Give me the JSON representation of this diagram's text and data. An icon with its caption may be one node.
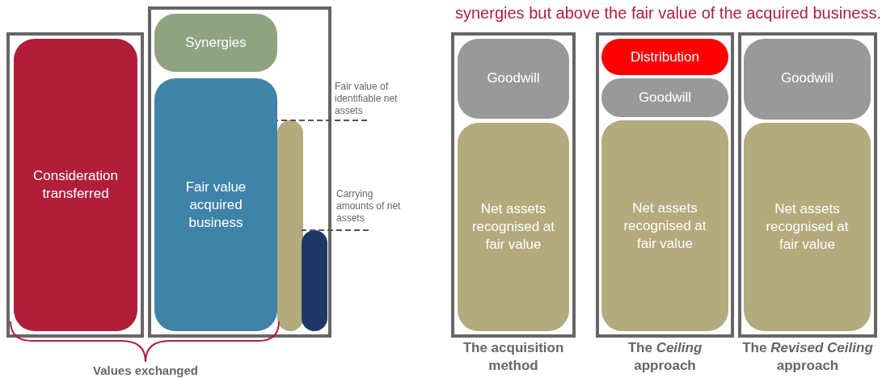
{
  "diagram": {
    "nodes": [
      {
        "text": [],
        "shape": "box"
      },
      {
        "text": [
          "Consideration transferred"
        ],
        "in": 0
      },
      {
        "text": [],
        "shape": "box"
      },
      {
        "text": [
          "Synergies"
        ],
        "in": 2
      },
      {
        "text": [
          "Fair value acquired business"
        ],
        "in": 2
      },
      {
        "text": [],
        "shape": "box",
        "in": 2
      },
      {
        "text": [],
        "shape": "box",
        "in": 2
      },
      {
        "text": [
          "The acquisition method"
        ]
      },
      {
        "text": [
          "Goodwill"
        ],
        "in": 7
      },
      {
        "text": [
          "Net assets recognised at fair value"
        ],
        "in": 7
      },
      {
        "text": [
          "The *Ceiling* approach"
        ]
      },
      {
        "text": [
          "Distribution"
        ],
        "in": 10
      },
      {
        "text": [
          "Goodwill"
        ],
        "in": 10
      },
      {
        "text": [
          "Net assets recognised at fair value"
        ],
        "in": 10
      },
      {
        "text": [
          "The *Revised Ceiling* approach"
        ]
      },
      {
        "text": [
          "Goodwill"
        ],
        "in": 14
      },
      {
        "text": [
          "Net assets recognised at fair value"
        ],
        "in": 14
      },
      {
        "text": [
          "Fair value of identifiable net assets"
        ]
      },
      {
        "text": [
          "Carrying amounts of net assets"
        ]
      }
    ],
    "edges": [
      {
        "from": 17,
        "to": 5,
        "arrow": "none",
        "style": "dashed"
      },
      {
        "from": 18,
        "to": 6,
        "arrow": "none",
        "style": "dashed"
      }
    ],
    "labels": [
      "synergies but above the fair value of the acquired business.",
      "Values exchanged"
    ]
  }
}
